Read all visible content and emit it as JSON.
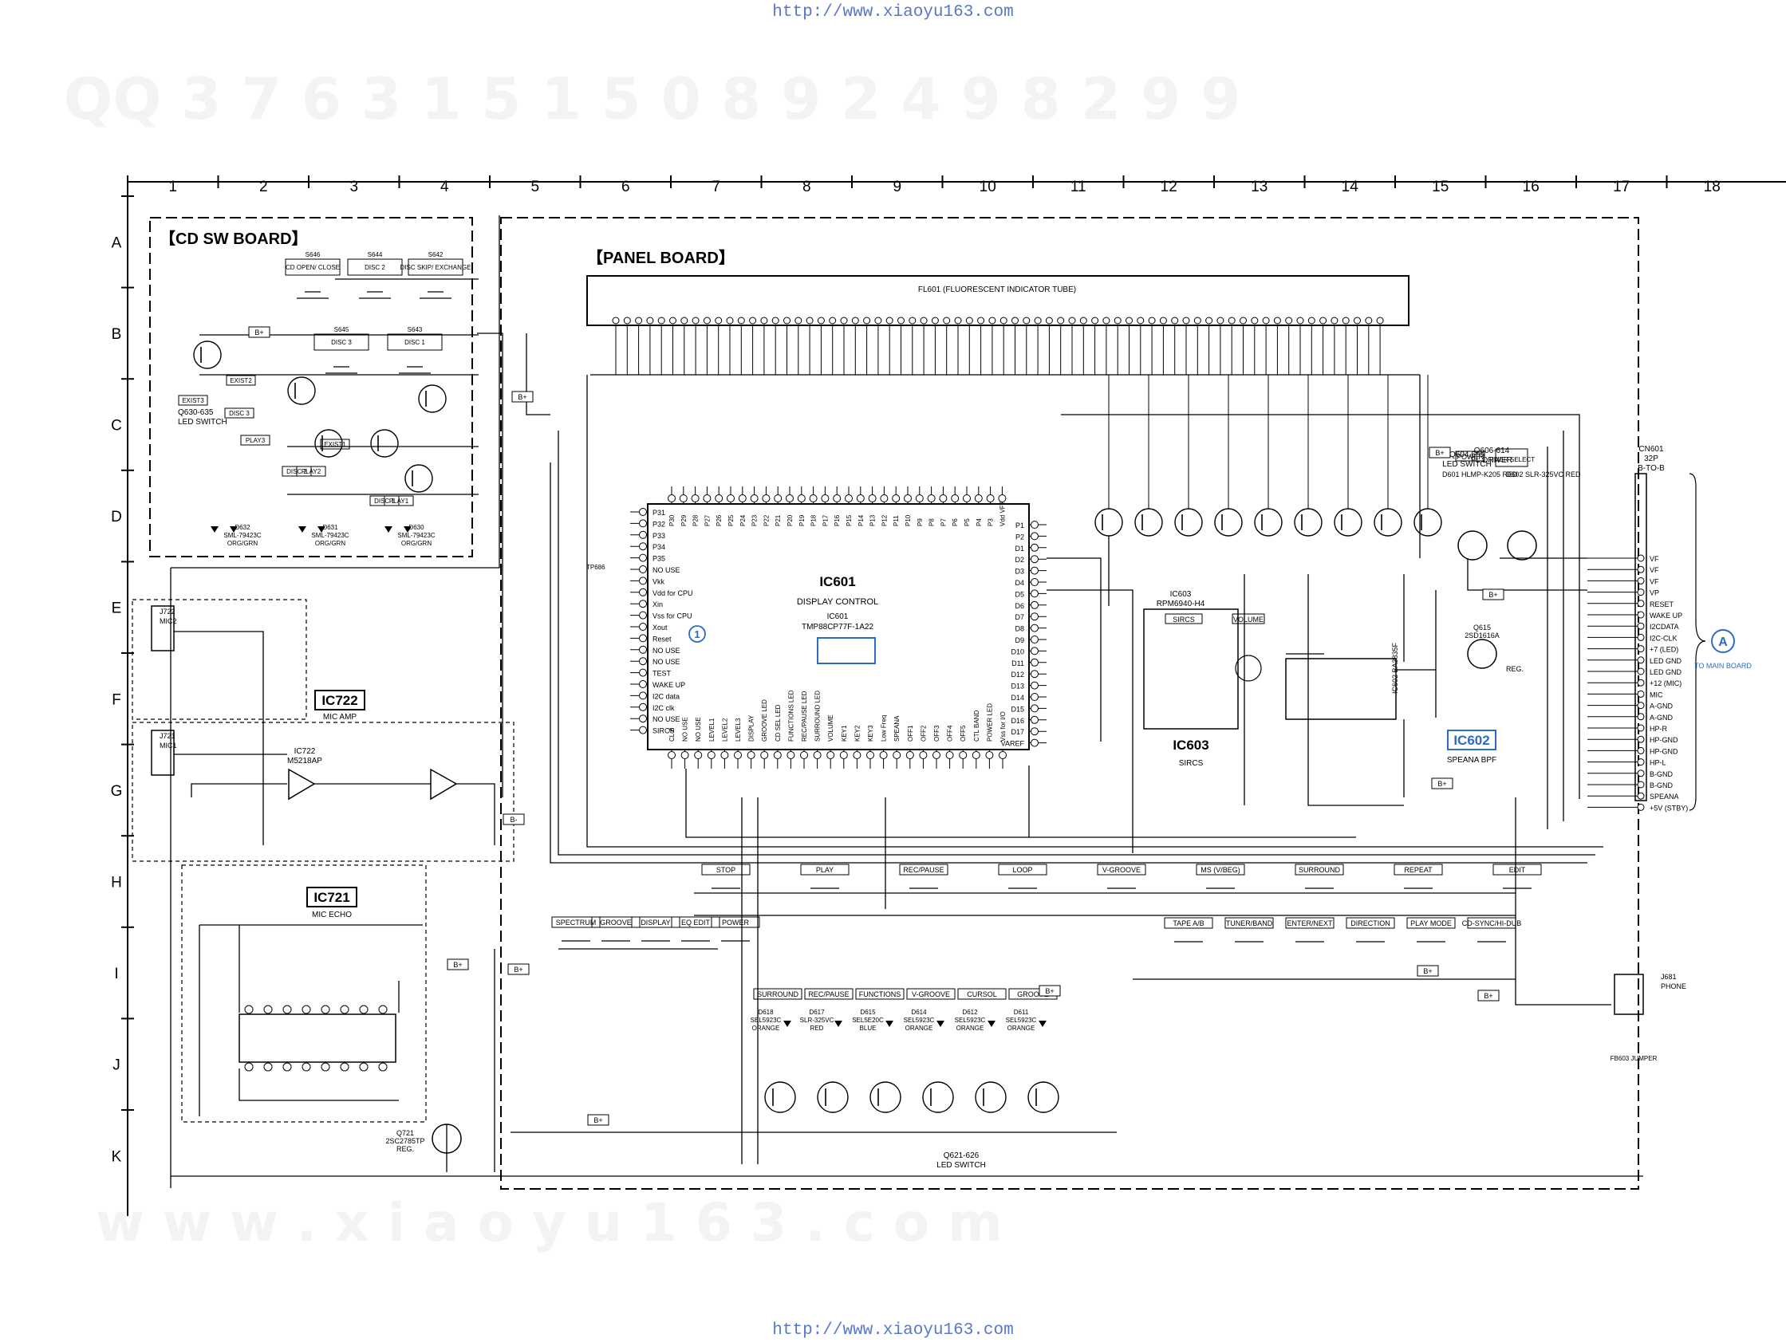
{
  "header_url": "http://www.xiaoyu163.com",
  "footer_url": "http://www.xiaoyu163.com",
  "watermark_code": "QQ 3 7 6 3 1 5 1 5 0   8 9 2 4 9 8 2 9 9",
  "watermark_site": "w w w . x i a o y u 1 6 3 . c o m",
  "grid_columns": [
    "1",
    "2",
    "3",
    "4",
    "5",
    "6",
    "7",
    "8",
    "9",
    "10",
    "11",
    "12",
    "13",
    "14",
    "15",
    "16",
    "17",
    "18"
  ],
  "grid_rows": [
    "A",
    "B",
    "C",
    "D",
    "E",
    "F",
    "G",
    "H",
    "I",
    "J",
    "K"
  ],
  "boards": {
    "cd_sw": "【CD SW BOARD】",
    "panel": "【PANEL BOARD】"
  },
  "fl_tube": "FL601 (FLUORESCENT INDICATOR TUBE)",
  "ics": {
    "ic601": {
      "ref": "IC601",
      "desc": "DISPLAY CONTROL",
      "part_ref": "IC601",
      "part": "TMP88CP77F-1A22"
    },
    "ic602": {
      "ref": "IC602",
      "desc": "SPEANA BPF",
      "part": "IC602 BA3835F"
    },
    "ic603": {
      "ref": "IC603",
      "desc": "SIRCS",
      "part_ref": "IC603",
      "part": "RPM6940-H4"
    },
    "ic721": {
      "ref": "IC721",
      "desc": "MIC ECHO"
    },
    "ic722": {
      "ref": "IC722",
      "desc": "MIC AMP",
      "part_ref": "IC722",
      "part": "M5218AP"
    }
  },
  "transistor_groups": {
    "fl_driver": {
      "ref": "Q606-614",
      "desc": "FL DRIVER"
    },
    "led_switch_cd": {
      "ref": "Q630-635",
      "desc": "LED SWITCH"
    },
    "led_switch_panel": {
      "ref": "Q621-626",
      "desc": "LED SWITCH"
    },
    "led_switch_power": {
      "ref": "Q604,605",
      "desc": "LED SWITCH"
    },
    "regulator": {
      "ref": "Q721",
      "part": "2SC2785TP",
      "desc": "REG."
    },
    "q615": {
      "ref": "Q615",
      "part": "2SD1616A",
      "desc": "REG."
    }
  },
  "cd_switches": [
    {
      "ref": "S646",
      "label": "CD OPEN/ CLOSE"
    },
    {
      "ref": "S644",
      "label": "DISC 2"
    },
    {
      "ref": "S642",
      "label": "DISC SKIP/ EXCHANGE"
    },
    {
      "ref": "S645",
      "label": "DISC 3"
    },
    {
      "ref": "S643",
      "label": "DISC 1"
    }
  ],
  "cd_labels": [
    "EXIST3",
    "EXIST2",
    "EXIST1",
    "PLAY3",
    "PLAY2",
    "PLAY1",
    "DISC 3",
    "DISC 2",
    "DISC 1"
  ],
  "cd_leds": [
    "D632 SML-79423C ORG/GRN",
    "D631 SML-79423C ORG/GRN",
    "D630 SML-79423C ORG/GRN"
  ],
  "switch_row1": [
    "STOP",
    "PLAY",
    "REC/PAUSE",
    "LOOP",
    "V-GROOVE",
    "MS (V/BEG)",
    "SURROUND",
    "REPEAT",
    "EDIT"
  ],
  "switch_row2": [
    "TAPE A/B",
    "TUNER/BAND",
    "ENTER/NEXT",
    "DIRECTION",
    "PLAY MODE",
    "CD-SYNC/HI-DUB"
  ],
  "switch_row3": [
    "SPECTRUM",
    "GROOVE",
    "DISPLAY",
    "EQ EDIT",
    "POWER"
  ],
  "led_labels": [
    "SURROUND",
    "REC/PAUSE",
    "FUNCTIONS",
    "V-GROOVE",
    "CURSOL",
    "GROOVE"
  ],
  "leds": [
    {
      "ref": "D618",
      "part": "SEL5923C",
      "color": "ORANGE"
    },
    {
      "ref": "D617",
      "part": "SLR-325VC",
      "color": "RED"
    },
    {
      "ref": "D615",
      "part": "SEL5E20C",
      "color": "BLUE"
    },
    {
      "ref": "D614",
      "part": "SEL5923C",
      "color": "ORANGE"
    },
    {
      "ref": "D612",
      "part": "SEL5923C",
      "color": "ORANGE"
    },
    {
      "ref": "D611",
      "part": "SEL5923C",
      "color": "ORANGE"
    }
  ],
  "panel_right": {
    "power": "POWER",
    "timer": "TIMER SELECT",
    "volume": "VOLUME",
    "sircs": "SIRCS",
    "d601": "D601 HLMP-K205 RED",
    "d602": "D602 SLR-325VC RED"
  },
  "connector_cn601": {
    "ref": "CN601",
    "pins": "32P",
    "desc": "B-TO-B"
  },
  "connector_pins": [
    "VF",
    "VF",
    "VF",
    "VP",
    "RESET",
    "WAKE UP",
    "I2CDATA",
    "I2C-CLK",
    "+7 (LED)",
    "LED GND",
    "LED GND",
    "+12 (MIC)",
    "MIC",
    "A-GND",
    "A-GND",
    "HP-R",
    "HP-GND",
    "HP-GND",
    "HP-L",
    "B-GND",
    "B-GND",
    "SPEANA",
    "+5V (STBY)"
  ],
  "to_main": {
    "badge": "A",
    "label": "TO MAIN BOARD"
  },
  "ic601_pins_left": [
    "P31",
    "P32",
    "P33",
    "P34",
    "P35",
    "NO USE",
    "Vkk",
    "Vdd for CPU",
    "Xin",
    "Vss for CPU",
    "Xout",
    "Reset",
    "NO USE",
    "NO USE",
    "TEST",
    "WAKE UP",
    "I2C data",
    "I2C clk",
    "NO USE",
    "SIRCS"
  ],
  "ic601_pins_right": [
    "P1",
    "P2",
    "D1",
    "D2",
    "D3",
    "D4",
    "D5",
    "D6",
    "D7",
    "D8",
    "D9",
    "D10",
    "D11",
    "D12",
    "D13",
    "D14",
    "D15",
    "D16",
    "D17",
    "VAREF"
  ],
  "ic601_pins_top": [
    "P30",
    "P29",
    "P28",
    "P27",
    "P26",
    "P25",
    "P24",
    "P23",
    "P22",
    "P21",
    "P20",
    "P19",
    "P18",
    "P17",
    "P16",
    "P15",
    "P14",
    "P13",
    "P12",
    "P11",
    "P10",
    "P9",
    "P8",
    "P7",
    "P6",
    "P5",
    "P4",
    "P3",
    "Vdd VFT"
  ],
  "ic601_pins_bottom": [
    "CL B",
    "NO USE",
    "NO USE",
    "LEVEL1",
    "LEVEL2",
    "LEVEL3",
    "DISPLAY",
    "GROOVE LED",
    "CD SEL LED",
    "FUNCTIONS LED",
    "REC/PAUSE LED",
    "SURROUND LED",
    "VOLUME",
    "KEY1",
    "KEY2",
    "KEY3",
    "Low Freq",
    "SPEANA",
    "OFF1",
    "OFF2",
    "OFF3",
    "OFF4",
    "OFF5",
    "CTL BAND",
    "POWER LED",
    "Vss for I/O"
  ],
  "jacks": [
    {
      "ref": "J722",
      "label": "MIC2"
    },
    {
      "ref": "J721",
      "label": "MIC1"
    },
    {
      "ref": "J681",
      "label": "PHONE"
    }
  ],
  "misc_labels": [
    "B+",
    "B+",
    "B+",
    "B+",
    "B+",
    "B+",
    "B+",
    "B+",
    "B+",
    "B+",
    "B+",
    "B-"
  ],
  "fb_jumper": "FB603 JUMPER",
  "tp_tag": "TP686",
  "circle_1": "1"
}
